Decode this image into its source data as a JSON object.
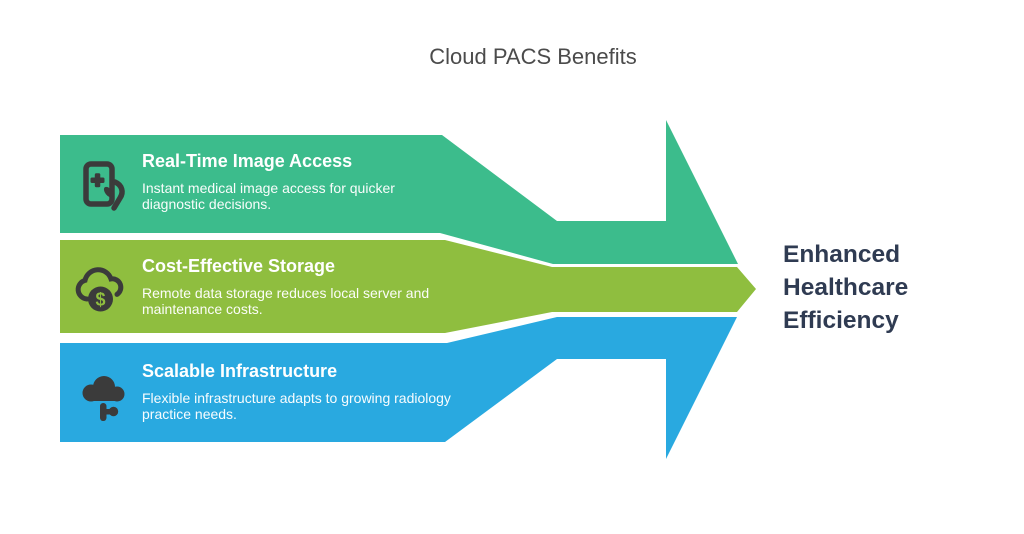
{
  "title": "Cloud PACS Benefits",
  "colors": {
    "green": "#3cbc8c",
    "lime": "#8fbe3f",
    "blue": "#29a9e0",
    "icon": "#3b3b3b",
    "title_text": "#4b4b4b",
    "band_text": "#ffffff",
    "result_text": "#2f3b52"
  },
  "bands": [
    {
      "color": "#3cbc8c",
      "icon": "tablet-medical-touch-icon",
      "title": "Real-Time Image Access",
      "description": "Instant medical image access for quicker diagnostic decisions."
    },
    {
      "color": "#8fbe3f",
      "icon": "cloud-dollar-icon",
      "title": "Cost-Effective Storage",
      "description": "Remote data storage reduces local server and maintenance costs."
    },
    {
      "color": "#29a9e0",
      "icon": "cloud-network-icon",
      "title": "Scalable Infrastructure",
      "description": "Flexible infrastructure adapts to growing radiology practice needs."
    }
  ],
  "result": {
    "label": "Enhanced Healthcare Efficiency"
  },
  "icons": {
    "dollar_glyph": "$"
  }
}
